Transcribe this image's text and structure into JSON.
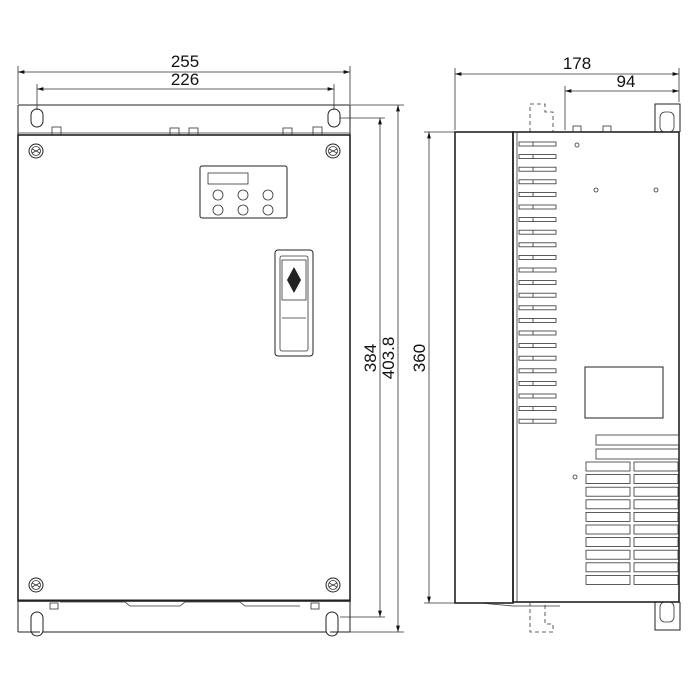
{
  "dimensions": {
    "overall_width": "255",
    "hole_spacing_width": "226",
    "depth": "178",
    "side_offset": "94",
    "hole_spacing_height": "384",
    "overall_height": "403.8",
    "side_height": "360"
  }
}
